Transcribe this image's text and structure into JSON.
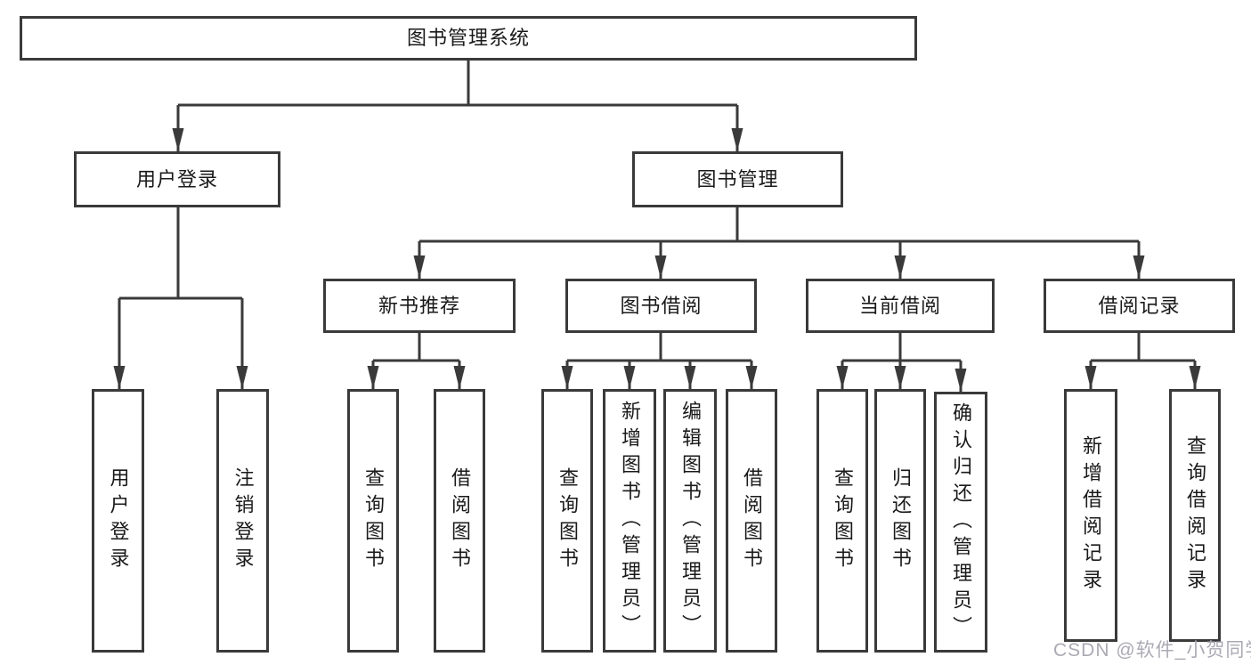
{
  "tree": {
    "label": "图书管理系统",
    "children": [
      {
        "label": "用户登录",
        "children": [
          {
            "label": "用户登录"
          },
          {
            "label": "注销登录"
          }
        ]
      },
      {
        "label": "图书管理",
        "children": [
          {
            "label": "新书推荐",
            "children": [
              {
                "label": "查询图书"
              },
              {
                "label": "借阅图书"
              }
            ]
          },
          {
            "label": "图书借阅",
            "children": [
              {
                "label": "查询图书"
              },
              {
                "label": "新增图书（管理员）"
              },
              {
                "label": "编辑图书（管理员）"
              },
              {
                "label": "借阅图书"
              }
            ]
          },
          {
            "label": "当前借阅",
            "children": [
              {
                "label": "查询图书"
              },
              {
                "label": "归还图书"
              },
              {
                "label": "确认归还（管理员）"
              }
            ]
          },
          {
            "label": "借阅记录",
            "children": [
              {
                "label": "新增借阅记录"
              },
              {
                "label": "查询借阅记录"
              }
            ]
          }
        ]
      }
    ]
  },
  "watermark": {
    "text": "CSDN @软件_小贺同学"
  },
  "colors": {
    "line": "#3a3a3a",
    "border": "#3a3a3a",
    "text": "#1a1a1a",
    "watermark": "#abaab4",
    "background": "#ffffff"
  }
}
